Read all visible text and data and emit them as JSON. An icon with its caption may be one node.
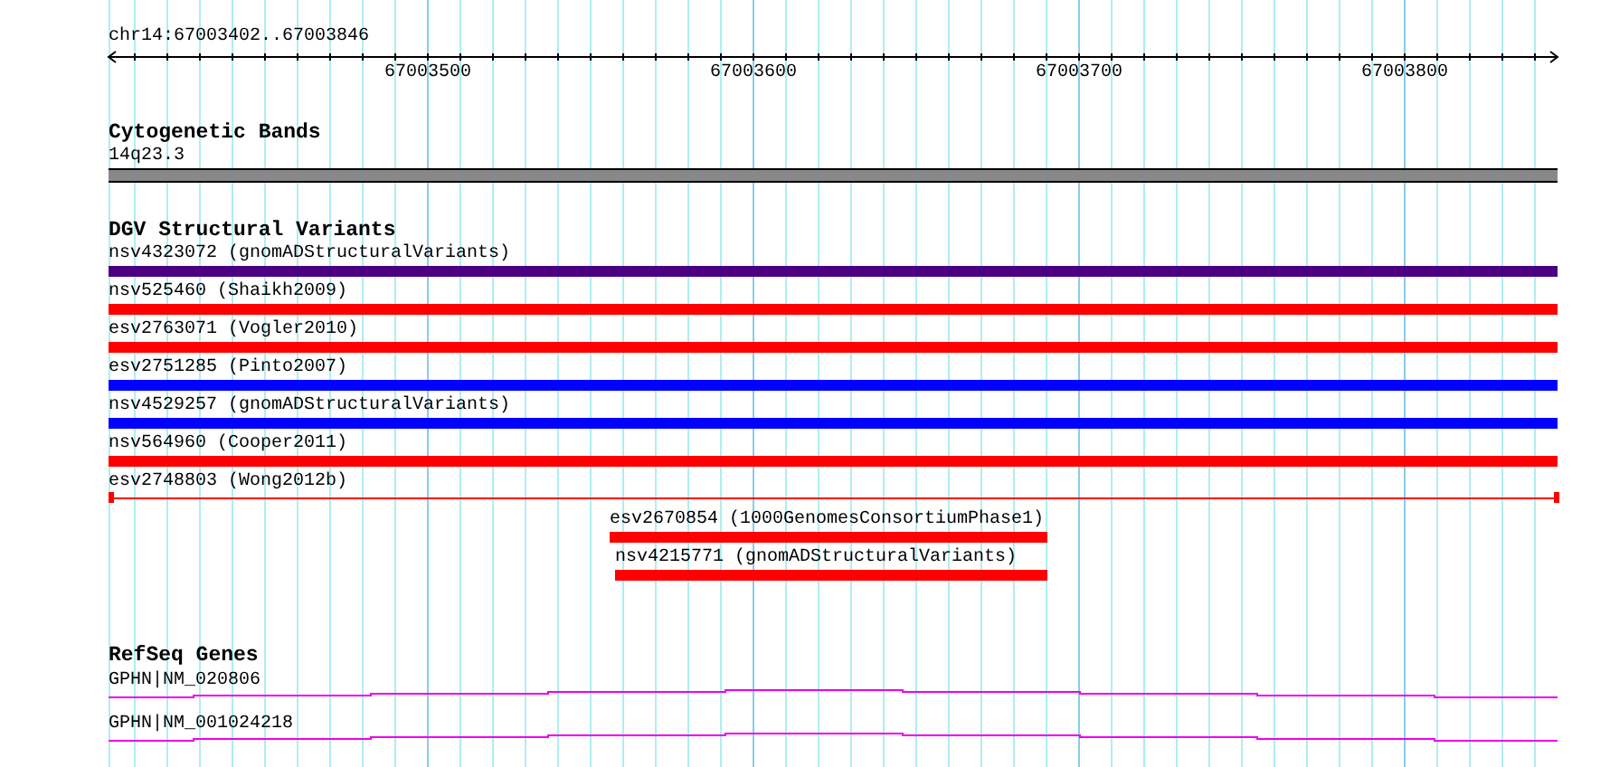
{
  "diagram": {
    "nodes": [
      {
        "text": [
          "14q23.3"
        ]
      },
      {
        "text": [
          "nsv4323072 (gnomADStructuralVariants)"
        ]
      },
      {
        "text": [
          "nsv525460 (Shaikh2009)"
        ]
      },
      {
        "text": [
          "esv2763071 (Vogler2010)"
        ]
      },
      {
        "text": [
          "esv2751285 (Pinto2007)"
        ]
      },
      {
        "text": [
          "nsv4529257 (gnomADStructuralVariants)"
        ]
      },
      {
        "text": [
          "nsv564960 (Cooper2011)"
        ]
      },
      {
        "text": [
          "esv2748803 (Wong2012b)"
        ]
      },
      {
        "text": [
          "esv2670854 (1000GenomesConsortiumPhase1)"
        ]
      },
      {
        "text": [
          "nsv4215771 (gnomADStructuralVariants)"
        ]
      },
      {
        "text": [
          "GPHN|NM_020806"
        ]
      },
      {
        "text": [
          "GPHN|NM_001024218"
        ]
      }
    ],
    "labels": [
      "chr14:67003402..67003846",
      "67003500",
      "67003600",
      "67003700",
      "67003800",
      "Cytogenetic Bands",
      "DGV Structural Variants",
      "RefSeq Genes"
    ]
  }
}
